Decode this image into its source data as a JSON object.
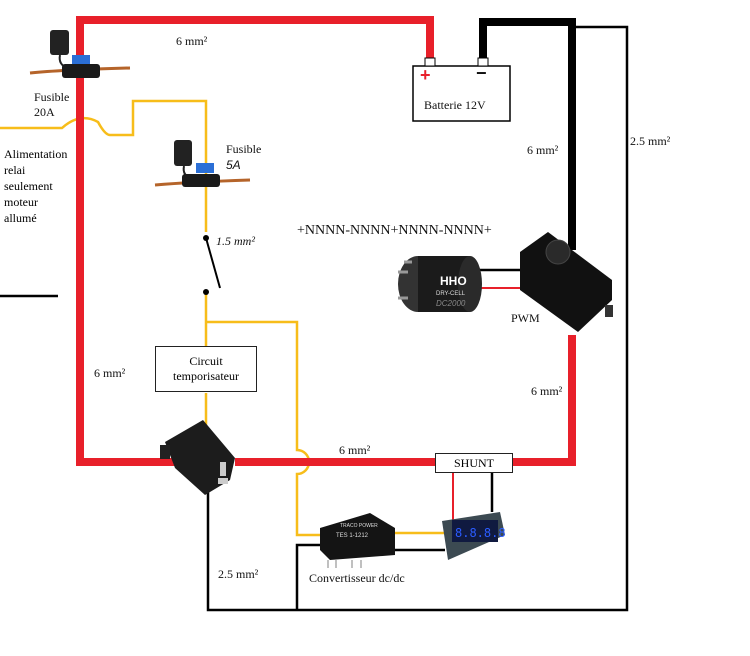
{
  "labels": {
    "wire_top": "6 mm²",
    "fuse_main": "Fusible",
    "fuse_main_rating": "20A",
    "fuse_small": "Fusible",
    "fuse_small_rating": "5A",
    "feed_note": [
      "Alimentation",
      "relai",
      "seulement",
      "moteur",
      "allumé"
    ],
    "wire_switch": "1.5 mm²",
    "battery": "Batterie 12V",
    "battery_plus": "+",
    "battery_minus": "−",
    "wire_black_pwm": "6 mm²",
    "wire_ground_right": "2.5 mm²",
    "cell_series": "+NNNN-NNNN+NNNN-NNNN+",
    "cell_logo": [
      "HHO",
      "DRY-CELL",
      "DC2000"
    ],
    "pwm": "PWM",
    "wire_left": "6 mm²",
    "timer": "Circuit temporisateur",
    "wire_pwm_return": "6 mm²",
    "wire_relay_shunt": "6 mm²",
    "shunt": "SHUNT",
    "converter_brand": "TRACO POWER",
    "converter_model": "TES 1-1212",
    "converter": "Convertisseur dc/dc",
    "wire_ground_bottom": "2.5 mm²",
    "meter_display": "8.8.8.8"
  },
  "colors": {
    "power": "#e8202a",
    "ground": "#000000",
    "signal": "#f7bd1a",
    "meter": "#2050e0"
  }
}
